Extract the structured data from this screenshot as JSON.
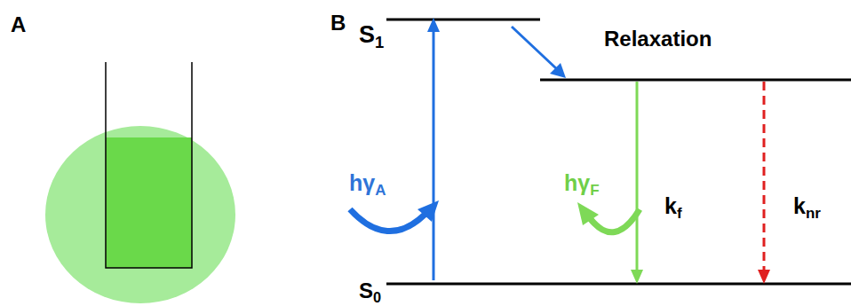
{
  "diagram": {
    "nodes": [
      {
        "text": [
          "S1"
        ]
      },
      {
        "text": [
          "S0"
        ]
      }
    ],
    "edges": [
      {
        "from": 1,
        "to": 0,
        "arrow": "to"
      }
    ],
    "labels": [
      "A",
      "B",
      "Relaxation",
      "hγA",
      "hγF",
      "kf",
      "knr"
    ]
  }
}
